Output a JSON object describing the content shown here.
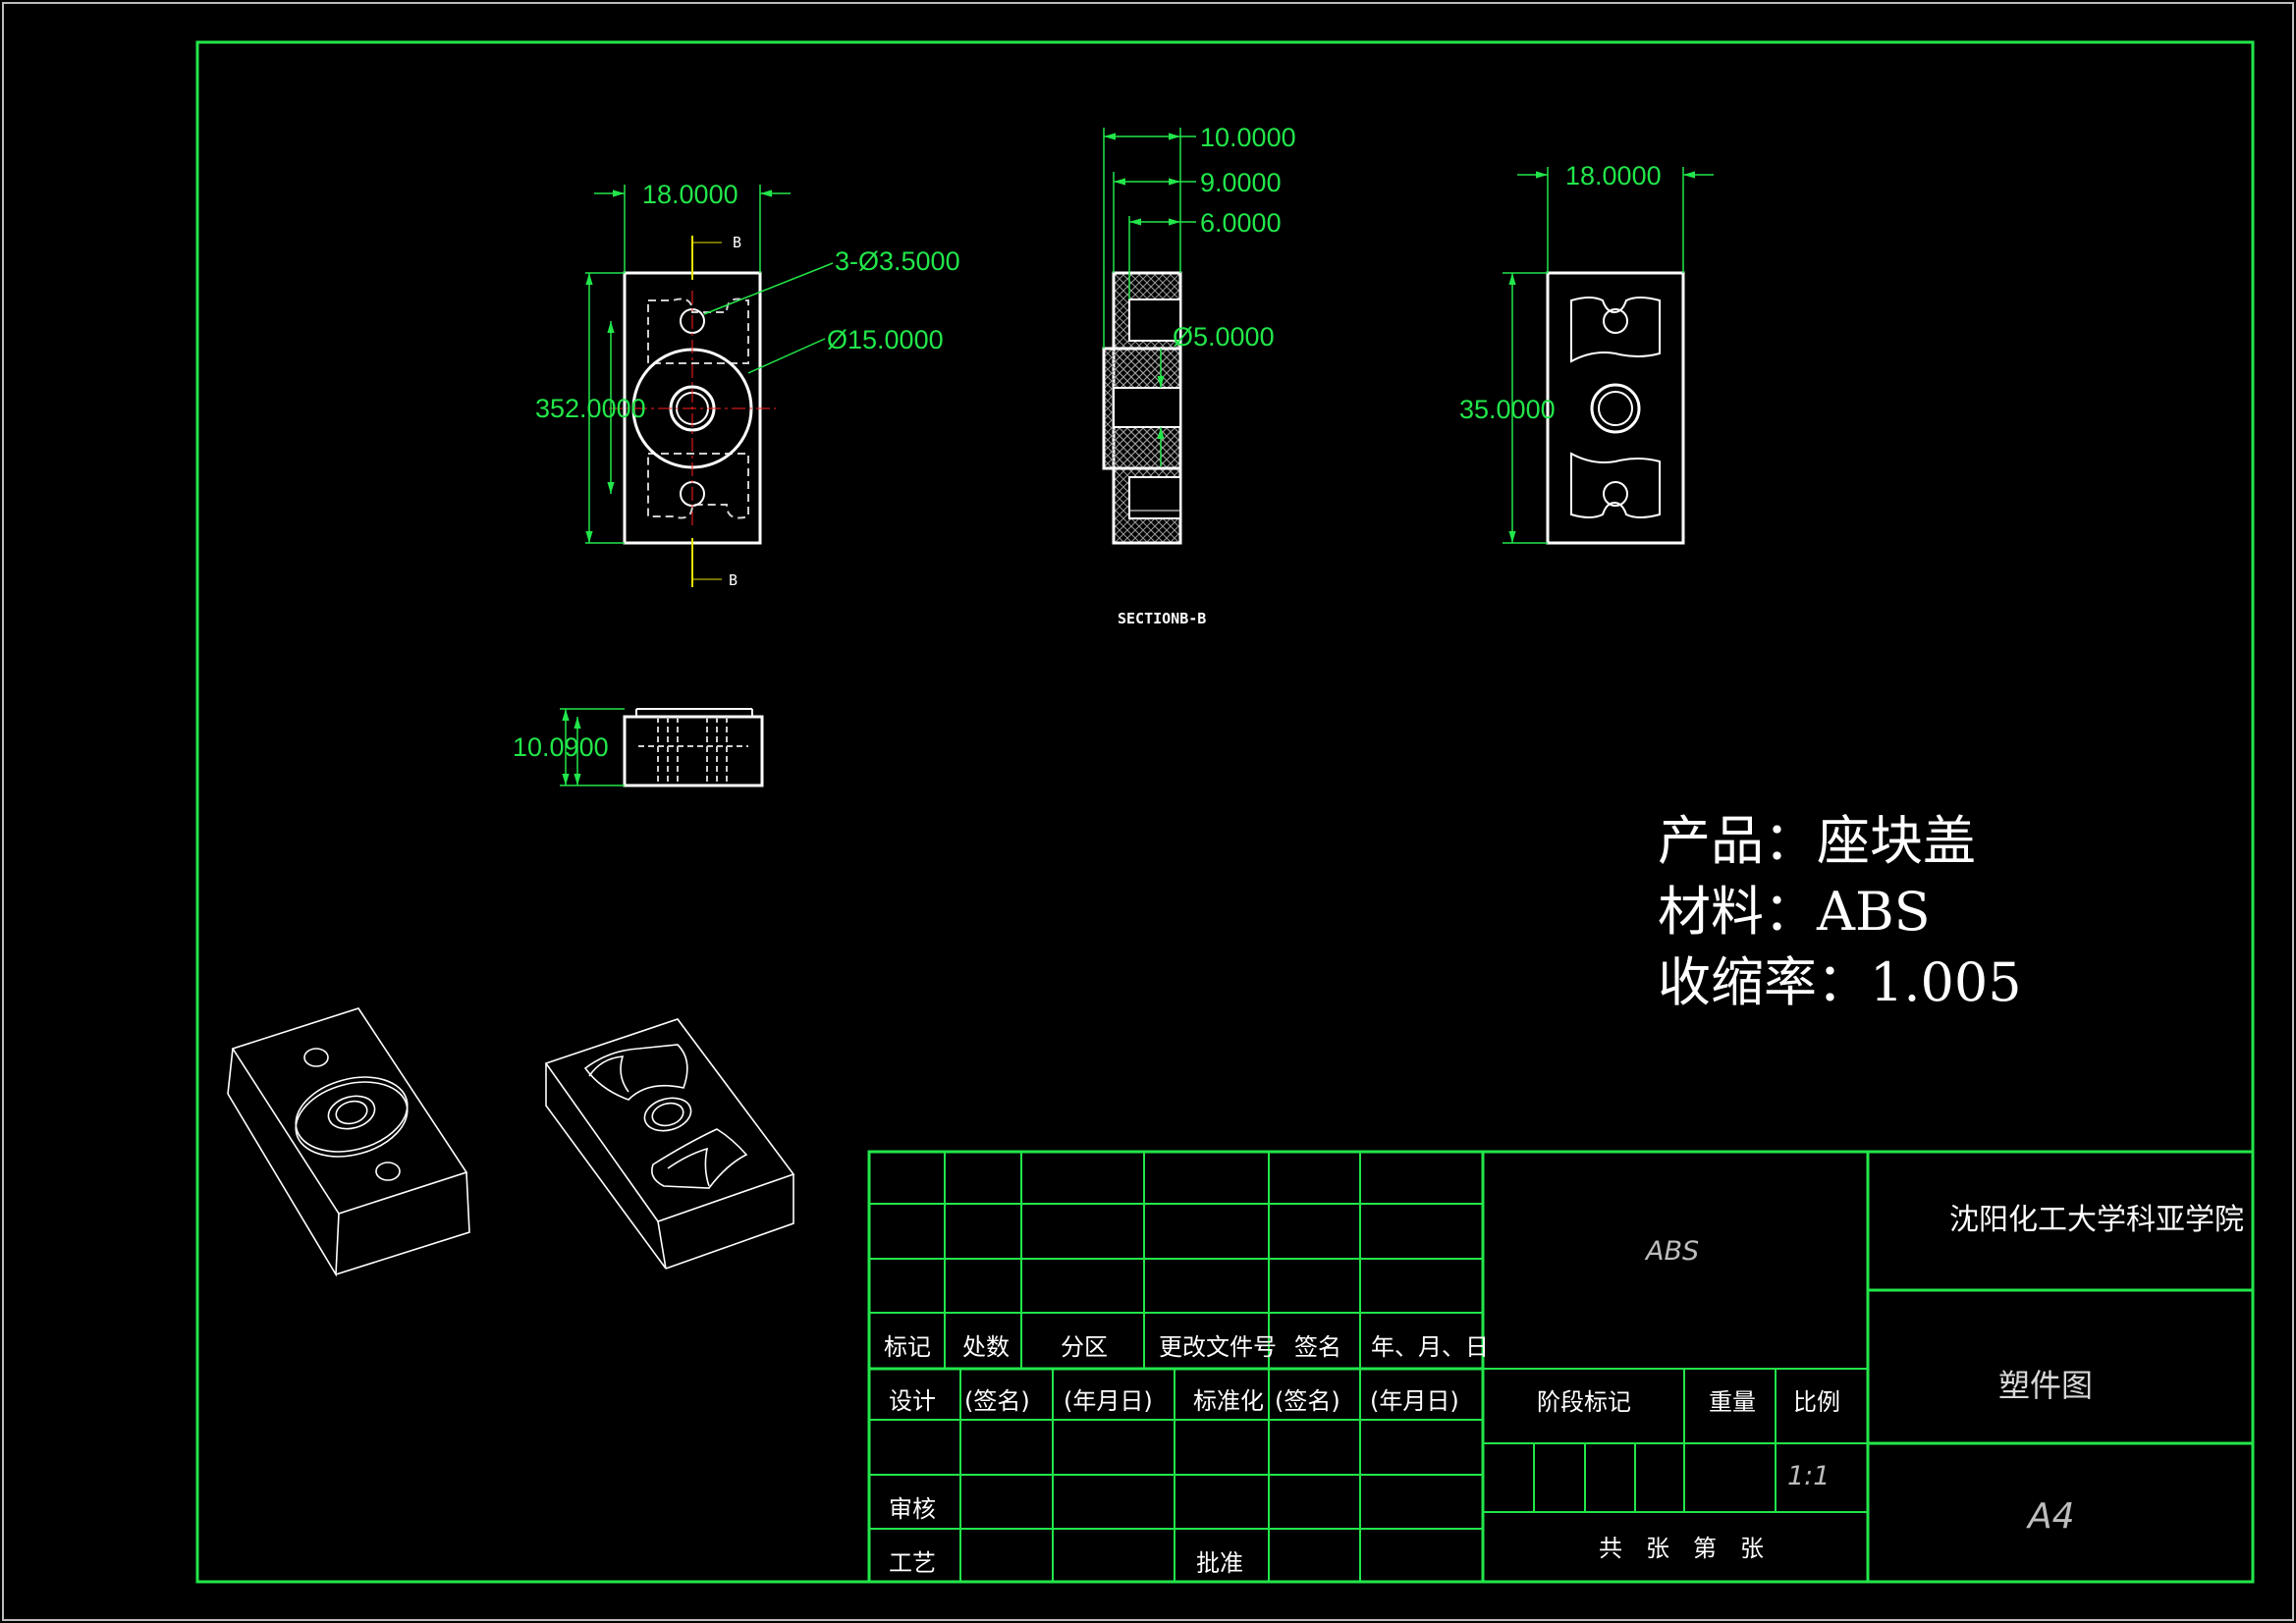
{
  "colors": {
    "frame": "#22e64a",
    "outline": "#ffffff",
    "background": "#000000",
    "dimension": "#22e64a",
    "centerline": "#ff2020",
    "hidden": "#cfcfcf"
  },
  "front_view": {
    "dim_width": "18.0000",
    "dim_holes": "3-Ø3.5000",
    "dim_boss": "Ø15.0000",
    "dim_height_overlap": "352.0000",
    "section_mark_top": "B",
    "section_mark_bottom": "B"
  },
  "section_view": {
    "dim_10": "10.0000",
    "dim_9": "9.0000",
    "dim_6": "6.0000",
    "dim_bore": "Ø5.0000",
    "label": "SECTIONB-B"
  },
  "back_view": {
    "dim_width": "18.0000",
    "dim_height": "35.0000"
  },
  "side_view": {
    "dim_overlap": "10.0900"
  },
  "notes": {
    "product": "产品：座块盖",
    "material": "材料：ABS",
    "shrink": "收缩率：1.005"
  },
  "title_block": {
    "material": "ABS",
    "school": "沈阳化工大学科亚学院",
    "drawing_name": "塑件图",
    "sheet_size": "A4",
    "scale": "1:1",
    "h_mark": "标记",
    "h_count": "处数",
    "h_zone": "分区",
    "h_change": "更改文件号",
    "h_sign": "签名",
    "h_date": "年、月、日",
    "design": "设计",
    "sign1": "(签名)",
    "date1": "(年月日)",
    "standard": "标准化",
    "sign2": "(签名)",
    "date2": "(年月日)",
    "stage": "阶段标记",
    "weight": "重量",
    "ratio": "比例",
    "review": "审核",
    "process": "工艺",
    "approve": "批准",
    "sheets": "共　张　第　张"
  }
}
